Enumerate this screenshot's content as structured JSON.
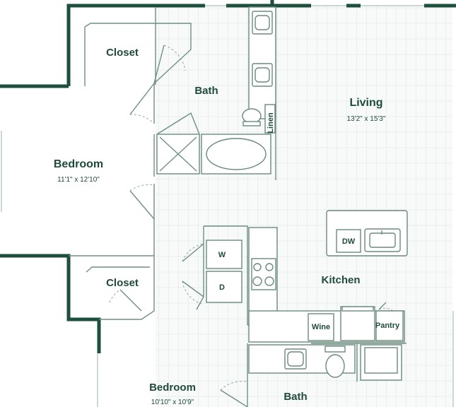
{
  "rooms": {
    "closet_top": {
      "label": "Closet"
    },
    "bath_top": {
      "label": "Bath"
    },
    "living": {
      "label": "Living",
      "dims": "13'2\" x 15'3\""
    },
    "bedroom_1": {
      "label": "Bedroom",
      "dims": "11'1\" x 12'10\""
    },
    "closet_bottom": {
      "label": "Closet"
    },
    "kitchen": {
      "label": "Kitchen"
    },
    "bedroom_2": {
      "label": "Bedroom",
      "dims": "10'10\" x 10'9\""
    },
    "bath_bottom": {
      "label": "Bath"
    }
  },
  "fixtures": {
    "linen": "Linen",
    "washer": "W",
    "dryer": "D",
    "dishwasher": "DW",
    "wine": "Wine",
    "pantry": "Pantry"
  },
  "colors": {
    "wall": "#1e4f3d",
    "label": "#1f4a3c",
    "floor_wood": "#e7eeea"
  }
}
